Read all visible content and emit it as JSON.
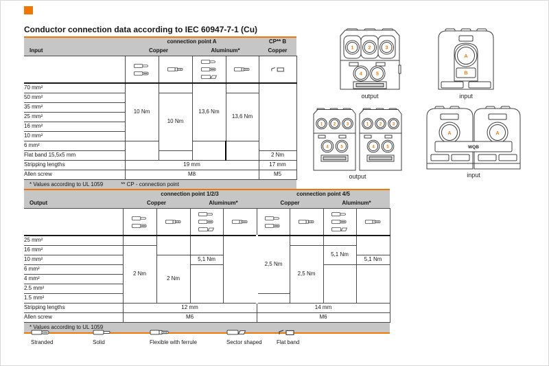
{
  "page": {
    "title": "Conductor connection data according to IEC 60947-7-1 (Cu)"
  },
  "colors": {
    "accent": "#F07703",
    "cell_gray": "#C6C6C6"
  },
  "table1": {
    "header": {
      "cp_a": "connection point A",
      "cp_b": "CP** B",
      "input": "Input",
      "copper_a": "Copper",
      "aluminum_a": "Aluminum*",
      "copper_b": "Copper"
    },
    "column_icons": [
      [
        "solid",
        "stranded"
      ],
      [
        "ferrule"
      ],
      [
        "solid",
        "stranded",
        "sector"
      ],
      [
        "ferrule"
      ],
      [
        "flatband"
      ]
    ],
    "rows": [
      "70 mm²",
      "50 mm²",
      "35 mm²",
      "25 mm²",
      "16 mm²",
      "10 mm²",
      "6 mm²",
      "Flat band 15,5x5 mm"
    ],
    "values": {
      "copper_stranded": "10 Nm",
      "copper_ferrule": "10 Nm",
      "aluminum_stranded": "13,6 Nm",
      "aluminum_ferrule": "13,6 Nm",
      "flat_band_cp_b": "2 Nm"
    },
    "stripping": {
      "label": "Stripping lengths",
      "cp_a": "19 mm",
      "cp_b": "17 mm"
    },
    "allen": {
      "label": "Allen screw",
      "cp_a": "M8",
      "cp_b": "M5"
    },
    "footnote1": "* Values according to UL 1059",
    "footnote2": "** CP - connection point"
  },
  "table2": {
    "header": {
      "cp_123": "connection point 1/2/3",
      "cp_45": "connection point 4/5",
      "output": "Output",
      "copper_123": "Copper",
      "aluminum_123": "Aluminum*",
      "copper_45": "Copper",
      "aluminum_45": "Aluminum*"
    },
    "column_icons": [
      [
        "solid",
        "stranded"
      ],
      [
        "ferrule"
      ],
      [
        "solid",
        "stranded",
        "sector"
      ],
      [
        "ferrule"
      ],
      [
        "solid",
        "stranded"
      ],
      [
        "ferrule"
      ],
      [
        "solid",
        "stranded",
        "sector"
      ],
      [
        "ferrule"
      ]
    ],
    "rows": [
      "25 mm²",
      "16 mm²",
      "10 mm²",
      "6 mm²",
      "4 mm²",
      "2.5 mm²",
      "1.5 mm²"
    ],
    "values": {
      "cp123_copper_stranded": "2 Nm",
      "cp123_copper_ferrule": "2 Nm",
      "cp123_aluminum_stranded": "5,1 Nm",
      "cp45_copper_stranded": "2,5 Nm",
      "cp45_copper_ferrule": "2,5 Nm",
      "cp45_aluminum_stranded": "5,1 Nm",
      "cp45_aluminum_ferrule": "5,1 Nm"
    },
    "stripping": {
      "label": "Stripping lengths",
      "cp_123": "12 mm",
      "cp_45": "14 mm"
    },
    "allen": {
      "label": "Allen screw",
      "cp_123": "M6",
      "cp_45": "M6"
    },
    "footnote1": "* Values according to UL 1059"
  },
  "diagrams": [
    {
      "caption": "output",
      "ports": [
        "1",
        "2",
        "3",
        "4",
        "5"
      ]
    },
    {
      "caption": "input",
      "ports": [
        "A",
        "B"
      ]
    },
    {
      "caption": "output",
      "ports": [
        "1",
        "2",
        "3",
        "4",
        "5"
      ]
    },
    {
      "caption": "input",
      "ports": [
        "A",
        "A"
      ],
      "bus": "WQB"
    }
  ],
  "legend": {
    "items": [
      {
        "icon": "stranded",
        "label": "Stranded"
      },
      {
        "icon": "solid",
        "label": "Solid"
      },
      {
        "icon": "ferrule",
        "label": "Flexible with ferrule"
      },
      {
        "icon": "sector",
        "label": "Sector shaped"
      },
      {
        "icon": "flatband",
        "label": "Flat band"
      }
    ]
  }
}
